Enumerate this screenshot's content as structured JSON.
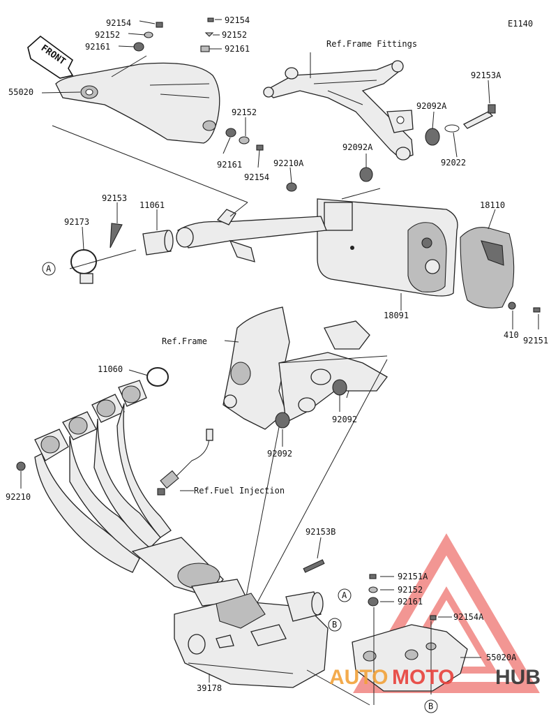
{
  "diagram": {
    "code": "E1140",
    "front_label": "FRONT",
    "references": {
      "frame_fittings": "Ref.Frame Fittings",
      "frame": "Ref.Frame",
      "fuel_injection": "Ref.Fuel Injection"
    },
    "callouts": {
      "a": "A",
      "b": "B"
    },
    "parts": {
      "p92154_a": "92154",
      "p92152_a": "92152",
      "p92161_a": "92161",
      "p92154_b": "92154",
      "p92152_b": "92152",
      "p92161_b": "92161",
      "p55020": "55020",
      "p92152_c": "92152",
      "p92161_c": "92161",
      "p92154_c": "92154",
      "p92210A": "92210A",
      "p92092A_a": "92092A",
      "p92092A_b": "92092A",
      "p92153A": "92153A",
      "p92022": "92022",
      "p92153": "92153",
      "p11061": "11061",
      "p92173": "92173",
      "p18110": "18110",
      "p18091": "18091",
      "p410": "410",
      "p92151": "92151",
      "p11060": "11060",
      "p92092_a": "92092",
      "p92092_b": "92092",
      "p92210": "92210",
      "p92153B": "92153B",
      "p92151A": "92151A",
      "p92152_d": "92152",
      "p92161_d": "92161",
      "p92154A": "92154A",
      "p55020A": "55020A",
      "p39178": "39178"
    }
  },
  "watermark": {
    "part1": "AUTO",
    "part2": "MOTO",
    "part3": "HUB",
    "colors": {
      "red": "#e8413b",
      "orange": "#f2a23a",
      "dark": "#333333"
    }
  }
}
